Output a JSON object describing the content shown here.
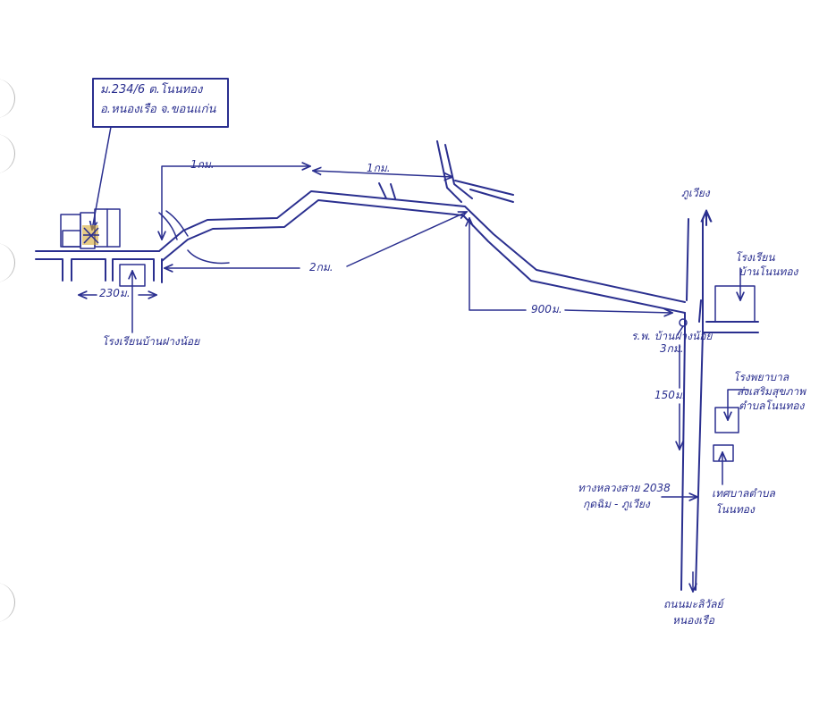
{
  "colors": {
    "ink": "#2a2f8f",
    "marker": "#d6a832",
    "paper": "#ffffff"
  },
  "address_box": {
    "line1": "ม.234/6  ต.โนนทอง",
    "line2": "อ.หนองเรือ  จ.ขอนแก่น"
  },
  "distances": {
    "top_left": "1กม.",
    "top_right": "1กม.",
    "mid": "2กม.",
    "left_bottom": "230ม.",
    "to_hospital": "900ม.",
    "down_road": "150ม."
  },
  "places": {
    "school_left": "โรงเรียนบ้านฝางน้อย",
    "phu_wiang": "ภูเวียง",
    "school_right": [
      "โรงเรียน",
      "บ้านโนนทอง"
    ],
    "hospital": [
      "ร.พ. บ้านฝางน้อย",
      "3กม."
    ],
    "health_center": [
      "โรงพยาบาล",
      "ส่งเสริมสุขภาพ",
      "ตำบลโนนทอง"
    ],
    "tambon_office": [
      "เทศบาลตำบล",
      "โนนทอง"
    ],
    "highway": [
      "ทางหลวงสาย 2038",
      "กุดฉิม - ภูเวียง"
    ],
    "to_nongruea": [
      "ถนนมะลิวัลย์",
      "หนองเรือ"
    ]
  },
  "icons": {
    "destination": "star-marker-icon",
    "pin": "pin-icon",
    "hospital": "hospital-pin-icon"
  }
}
